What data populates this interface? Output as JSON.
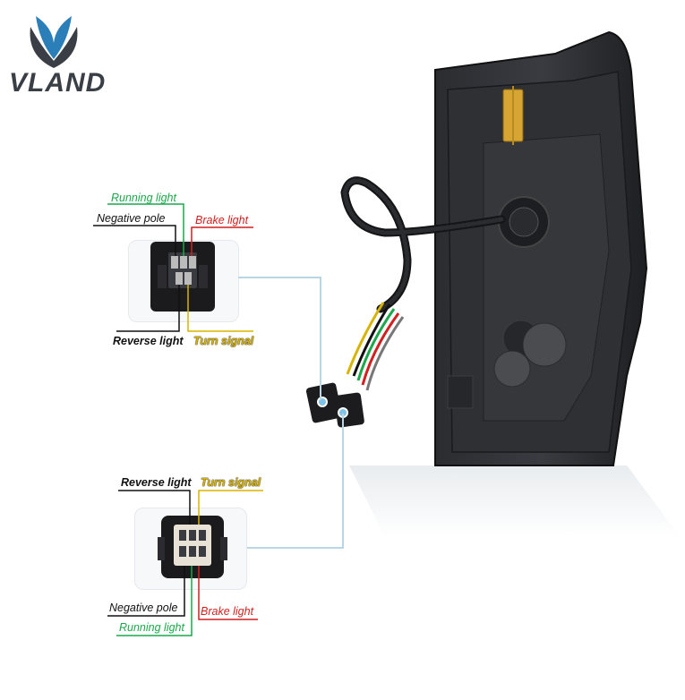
{
  "brand": {
    "name": "VLAND"
  },
  "connector_top": {
    "running_light": "Running light",
    "negative_pole": "Negative pole",
    "brake_light": "Brake light",
    "reverse_light": "Reverse light",
    "turn_signal": "Turn signal"
  },
  "connector_bottom": {
    "reverse_light": "Reverse light",
    "turn_signal": "Turn signal",
    "negative_pole": "Negative pole",
    "brake_light": "Brake light",
    "running_light": "Running light"
  },
  "colors": {
    "running": "#1aa84a",
    "brake": "#d21f1f",
    "turn": "#d8b400",
    "negative": "#111111",
    "reverse": "#111111",
    "leader": "#b9d6e6"
  }
}
